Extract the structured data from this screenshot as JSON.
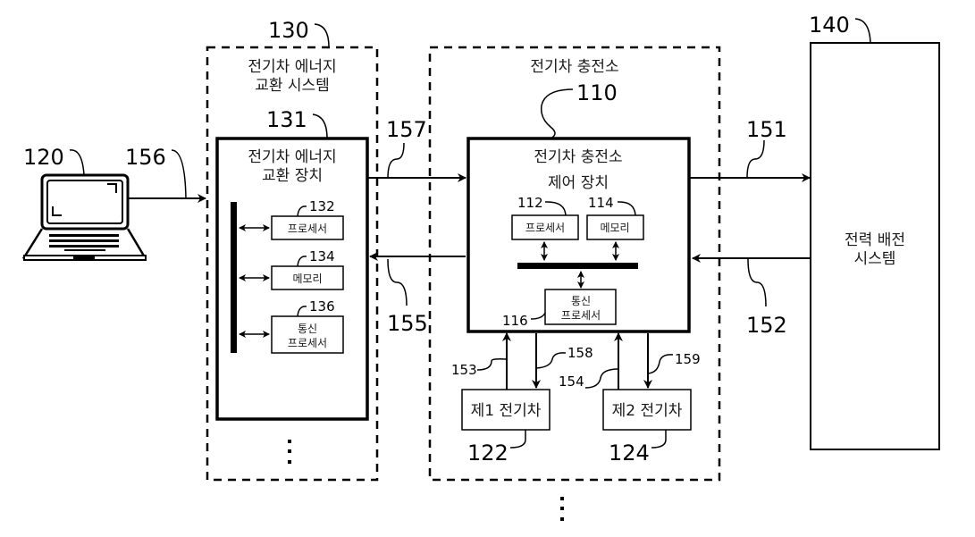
{
  "diagram": {
    "laptop": {
      "ref": "120",
      "link_ref": "156"
    },
    "exchange_system": {
      "ref": "130",
      "title_line1": "전기차 에너지",
      "title_line2": "교환 시스템",
      "device": {
        "ref": "131",
        "title_line1": "전기차 에너지",
        "title_line2": "교환 장치",
        "components": [
          {
            "ref": "132",
            "label_line1": "프로세서",
            "label_line2": ""
          },
          {
            "ref": "134",
            "label_line1": "메모리",
            "label_line2": ""
          },
          {
            "ref": "136",
            "label_line1": "통신",
            "label_line2": "프로세서"
          }
        ]
      },
      "ellipsis": "⋮"
    },
    "charging_station": {
      "title": "전기차 충전소",
      "controller": {
        "ref": "110",
        "title_line1": "전기차 충전소",
        "title_line2": "제어 장치",
        "processor": {
          "ref": "112",
          "label": "프로세서"
        },
        "memory": {
          "ref": "114",
          "label": "메모리"
        },
        "comm": {
          "ref": "116",
          "label_line1": "통신",
          "label_line2": "프로세서"
        }
      },
      "vehicles": [
        {
          "ref": "122",
          "label": "제1 전기차",
          "up_ref": "153",
          "down_ref": "158"
        },
        {
          "ref": "124",
          "label": "제2 전기차",
          "up_ref": "154",
          "down_ref": "159"
        }
      ],
      "ellipsis": "⋮"
    },
    "power_system": {
      "ref": "140",
      "label_line1": "전력 배전",
      "label_line2": "시스템"
    },
    "links": {
      "to_power": "151",
      "from_power": "152",
      "to_exchange": "155",
      "to_controller": "157"
    }
  }
}
